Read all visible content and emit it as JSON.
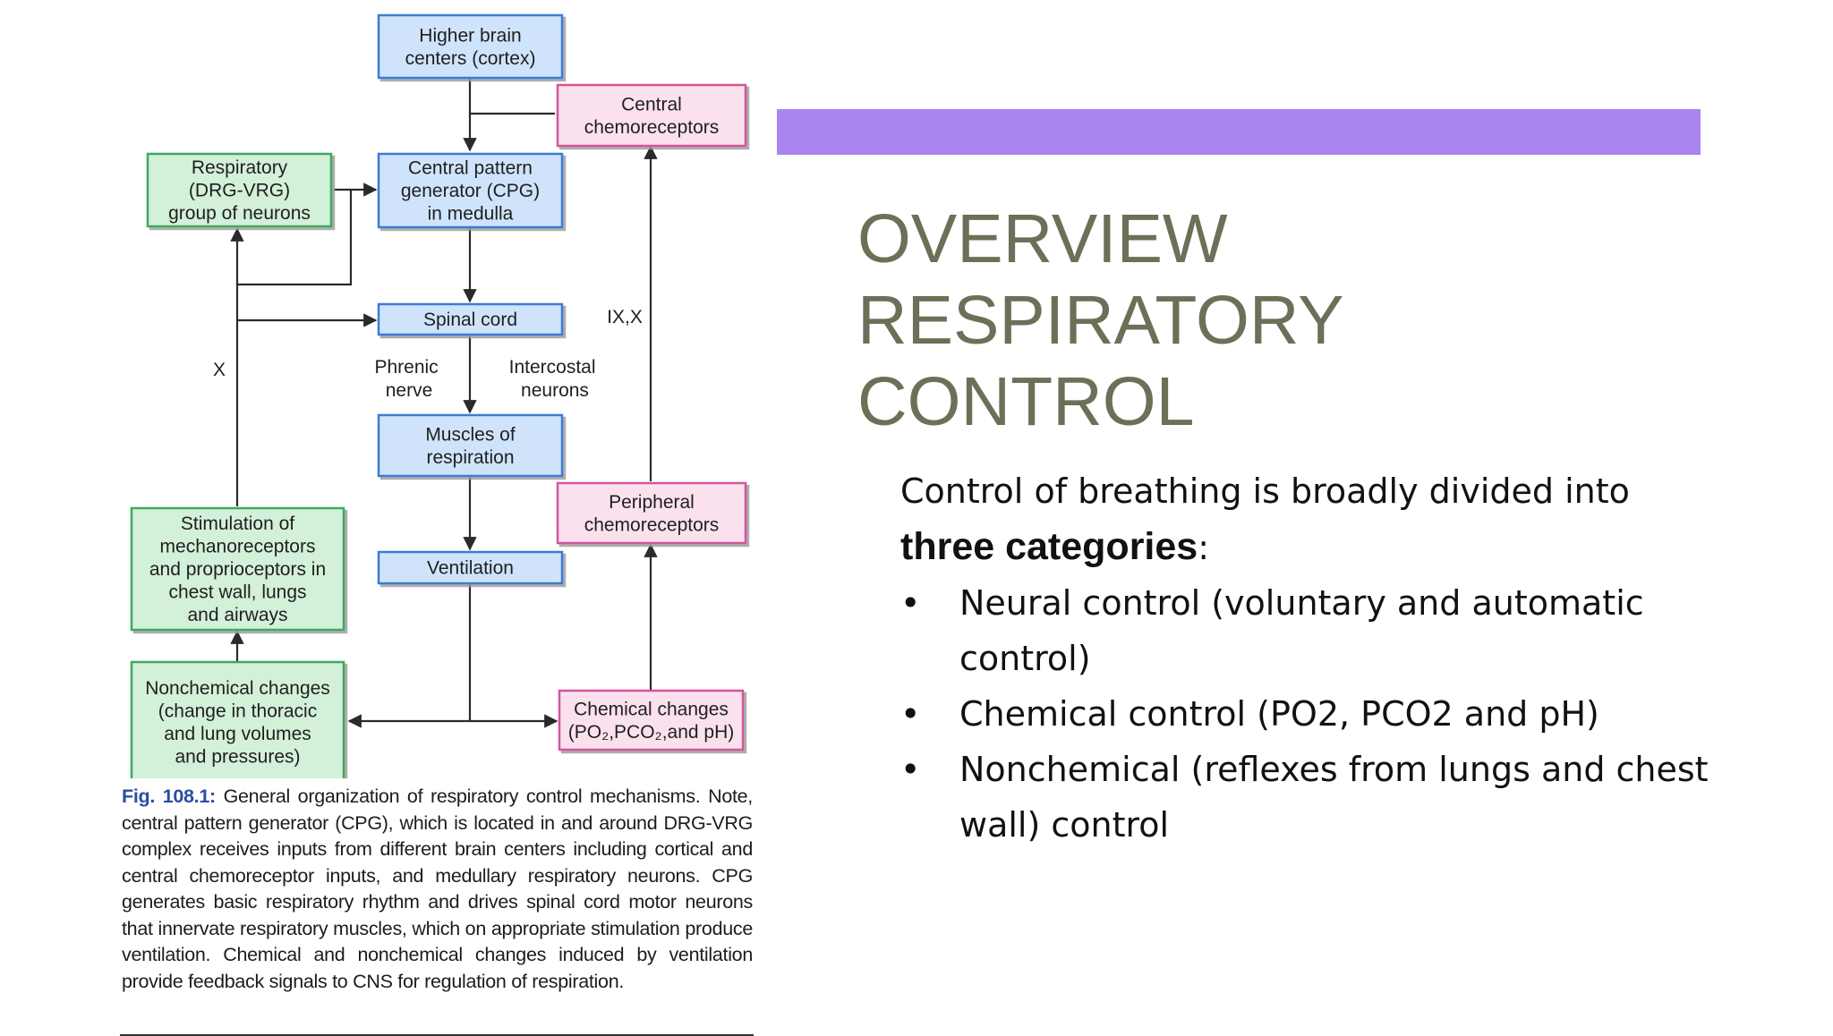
{
  "diagram": {
    "nodes": [
      {
        "id": "cortex",
        "lines": [
          "Higher brain",
          "centers (cortex)"
        ],
        "kind": "blue"
      },
      {
        "id": "central_chemo",
        "lines": [
          "Central",
          "chemoreceptors"
        ],
        "kind": "pink"
      },
      {
        "id": "drg_vrg",
        "lines": [
          "Respiratory",
          "(DRG-VRG)",
          "group of neurons"
        ],
        "kind": "green"
      },
      {
        "id": "cpg",
        "lines": [
          "Central pattern",
          "generator (CPG)",
          "in medulla"
        ],
        "kind": "blue"
      },
      {
        "id": "spinal",
        "lines": [
          "Spinal cord"
        ],
        "kind": "blue"
      },
      {
        "id": "muscles",
        "lines": [
          "Muscles of",
          "respiration"
        ],
        "kind": "blue"
      },
      {
        "id": "peripheral",
        "lines": [
          "Peripheral",
          "chemoreceptors"
        ],
        "kind": "pink"
      },
      {
        "id": "ventilation",
        "lines": [
          "Ventilation"
        ],
        "kind": "blue"
      },
      {
        "id": "stimulation",
        "lines": [
          "Stimulation of",
          "mechanoreceptors",
          "and proprioceptors in",
          "chest wall, lungs",
          "and airways"
        ],
        "kind": "green"
      },
      {
        "id": "nonchemical",
        "lines": [
          "Nonchemical changes",
          "(change in thoracic",
          "and lung volumes",
          "and pressures)"
        ],
        "kind": "green"
      },
      {
        "id": "chemical",
        "lines": [
          "Chemical changes",
          "(PO₂,PCO₂,and pH)"
        ],
        "kind": "pink"
      }
    ],
    "labels": {
      "x": "X",
      "ix_x": "IX,X",
      "phrenic": [
        "Phrenic",
        "nerve"
      ],
      "intercostal": [
        "Intercostal",
        "neurons"
      ]
    }
  },
  "caption": {
    "fig_label": "Fig. 108.1:",
    "text": "General organization of respiratory control mechanisms. Note, central pattern generator (CPG), which is located in and around DRG-VRG complex receives inputs from different brain centers including cortical and central chemoreceptor inputs, and medullary respiratory neurons. CPG generates basic respiratory rhythm and drives spinal cord motor neurons that innervate respiratory muscles, which on appropriate stimulation produce ventilation. Chemical and nonchemical changes induced by ventilation provide feedback signals to CNS for regulation of respiration."
  },
  "slide": {
    "title": "OVERVIEW\nRESPIRATORY\nCONTROL",
    "intro_text": "Control of breathing is broadly divided into",
    "intro_bold": "three categories",
    "intro_suffix": ":",
    "bullets": [
      "Neural control (voluntary and automatic control)",
      "Chemical control (PO2, PCO2 and pH)",
      "Nonchemical (reflexes from lungs and chest wall) control"
    ]
  },
  "colors": {
    "accent_bar": "#a983ee",
    "title": "#6e6f58",
    "blue_fill": "#cfe4fb",
    "blue_stroke": "#3a7bd5",
    "pink_fill": "#fbe1ee",
    "pink_stroke": "#d2579a",
    "green_fill": "#d3f0d9",
    "green_stroke": "#3eaa5d"
  }
}
